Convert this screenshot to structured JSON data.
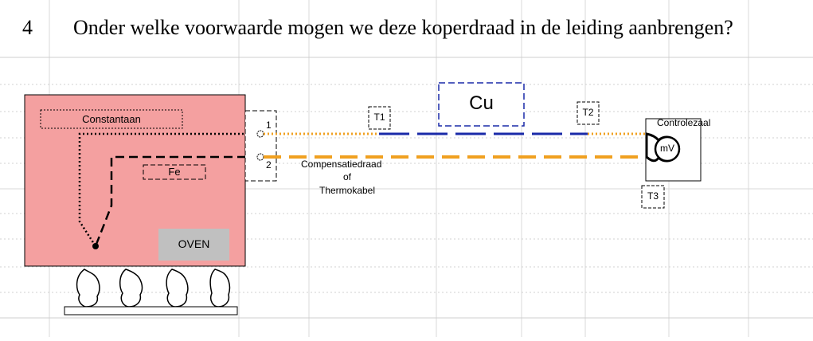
{
  "question": {
    "number": "4",
    "text": "Onder welke voorwaarde mogen we deze koperdraad in de leiding aanbrengen?"
  },
  "diagram": {
    "oven_label": "OVEN",
    "constantaan_label": "Constantaan",
    "fe_label": "Fe",
    "terminal_1": "1",
    "terminal_2": "2",
    "t1_label": "T1",
    "t2_label": "T2",
    "t3_label": "T3",
    "cu_label": "Cu",
    "compensation_label": [
      "Compensatiedraad",
      "of",
      "Thermokabel"
    ],
    "control_room_label": "Controlezaal",
    "meter_label": "mV"
  },
  "colors": {
    "oven_fill": "#f4a0a0",
    "oven_label_fill": "#c0c0c0",
    "orange_wire": "#f0a020",
    "blue_wire": "#1a2aa8",
    "grid": "#d6d6d6"
  }
}
